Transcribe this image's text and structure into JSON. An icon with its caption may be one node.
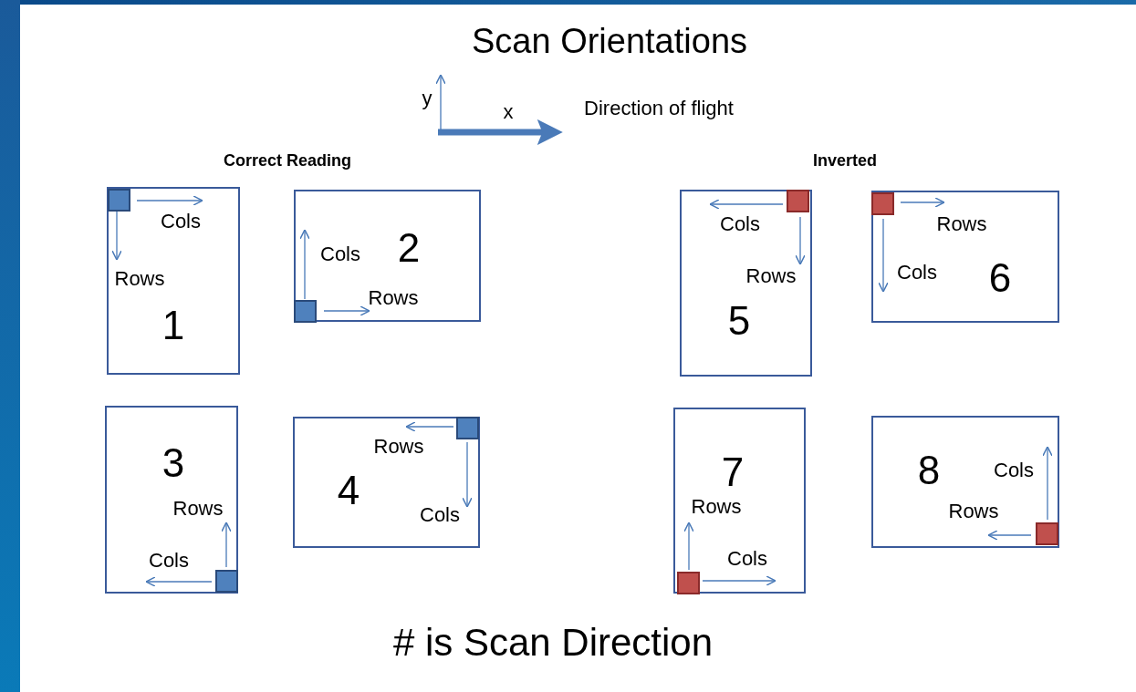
{
  "diagram": {
    "title": "Scan Orientations",
    "caption": "# is Scan Direction",
    "nodes": [
      {
        "text": [
          "Cols",
          "Rows",
          "1"
        ]
      },
      {
        "text": [
          "Cols",
          "2",
          "Rows"
        ]
      },
      {
        "text": [
          "3",
          "Rows",
          "Cols"
        ]
      },
      {
        "text": [
          "Rows",
          "4",
          "Cols"
        ]
      },
      {
        "text": [
          "Cols",
          "Rows",
          "5"
        ]
      },
      {
        "text": [
          "Rows",
          "Cols",
          "6"
        ]
      },
      {
        "text": [
          "7",
          "Rows",
          "Cols"
        ]
      },
      {
        "text": [
          "8",
          "Cols",
          "Rows"
        ]
      }
    ],
    "labels": [
      "y",
      "x",
      "Direction of flight",
      "Correct Reading",
      "Inverted"
    ]
  }
}
